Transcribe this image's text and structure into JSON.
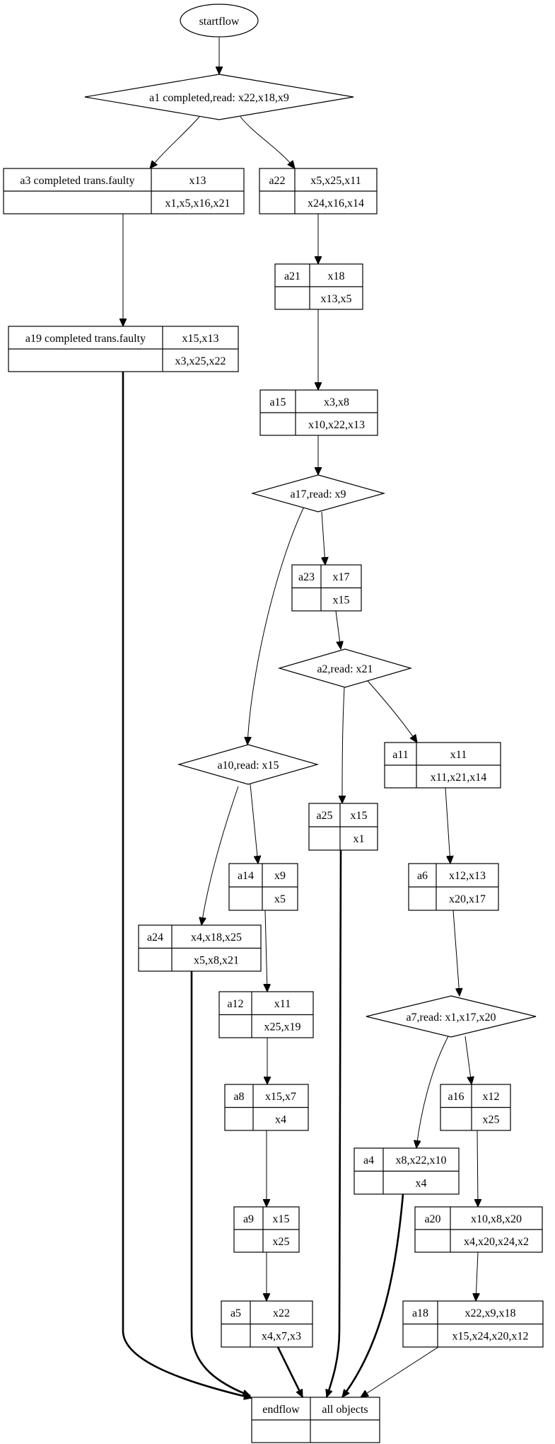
{
  "start": {
    "label": "startflow"
  },
  "decisions": {
    "a1": "a1  completed,read: x22,x18,x9",
    "a17": "a17,read: x9",
    "a2": "a2,read: x21",
    "a10": "a10,read: x15",
    "a7": "a7,read: x1,x17,x20"
  },
  "records": {
    "a3": [
      "a3  completed trans.faulty",
      "x13",
      "",
      "x1,x5,x16,x21"
    ],
    "a22": [
      "a22",
      "x5,x25,x11",
      "",
      "x24,x16,x14"
    ],
    "a21": [
      "a21",
      "x18",
      "",
      "x13,x5"
    ],
    "a19": [
      "a19  completed trans.faulty",
      "x15,x13",
      "",
      "x3,x25,x22"
    ],
    "a15": [
      "a15",
      "x3,x8",
      "",
      "x10,x22,x13"
    ],
    "a23": [
      "a23",
      "x17",
      "",
      "x15"
    ],
    "a11": [
      "a11",
      "x11",
      "",
      "x11,x21,x14"
    ],
    "a25": [
      "a25",
      "x15",
      "",
      "x1"
    ],
    "a14": [
      "a14",
      "x9",
      "",
      "x5"
    ],
    "a6": [
      "a6",
      "x12,x13",
      "",
      "x20,x17"
    ],
    "a24": [
      "a24",
      "x4,x18,x25",
      "",
      "x5,x8,x21"
    ],
    "a12": [
      "a12",
      "x11",
      "",
      "x25,x19"
    ],
    "a8": [
      "a8",
      "x15,x7",
      "",
      "x4"
    ],
    "a16": [
      "a16",
      "x12",
      "",
      "x25"
    ],
    "a4": [
      "a4",
      "x8,x22,x10",
      "",
      "x4"
    ],
    "a9": [
      "a9",
      "x15",
      "",
      "x25"
    ],
    "a20": [
      "a20",
      "x10,x8,x20",
      "",
      "x4,x20,x24,x2"
    ],
    "a5": [
      "a5",
      "x22",
      "",
      "x4,x7,x3"
    ],
    "a18": [
      "a18",
      "x22,x9,x18",
      "",
      "x15,x24,x20,x12"
    ],
    "endflow": [
      "endflow",
      "all objects",
      "",
      ""
    ]
  },
  "edges": [
    {
      "from": "startflow",
      "to": "a1"
    },
    {
      "from": "a1",
      "to": "a3"
    },
    {
      "from": "a1",
      "to": "a22"
    },
    {
      "from": "a3",
      "to": "a19"
    },
    {
      "from": "a22",
      "to": "a21"
    },
    {
      "from": "a21",
      "to": "a15"
    },
    {
      "from": "a15",
      "to": "a17"
    },
    {
      "from": "a17",
      "to": "a23"
    },
    {
      "from": "a17",
      "to": "a10"
    },
    {
      "from": "a23",
      "to": "a2"
    },
    {
      "from": "a2",
      "to": "a25"
    },
    {
      "from": "a2",
      "to": "a11"
    },
    {
      "from": "a10",
      "to": "a24"
    },
    {
      "from": "a10",
      "to": "a14"
    },
    {
      "from": "a11",
      "to": "a6"
    },
    {
      "from": "a6",
      "to": "a7"
    },
    {
      "from": "a14",
      "to": "a12"
    },
    {
      "from": "a7",
      "to": "a4"
    },
    {
      "from": "a7",
      "to": "a16"
    },
    {
      "from": "a12",
      "to": "a8"
    },
    {
      "from": "a8",
      "to": "a9"
    },
    {
      "from": "a16",
      "to": "a20"
    },
    {
      "from": "a9",
      "to": "a5"
    },
    {
      "from": "a20",
      "to": "a18"
    },
    {
      "from": "a19",
      "to": "endflow",
      "bold": true
    },
    {
      "from": "a24",
      "to": "endflow",
      "bold": true
    },
    {
      "from": "a25",
      "to": "endflow",
      "bold": true
    },
    {
      "from": "a4",
      "to": "endflow",
      "bold": true
    },
    {
      "from": "a5",
      "to": "endflow",
      "bold": true
    },
    {
      "from": "a18",
      "to": "endflow"
    }
  ]
}
